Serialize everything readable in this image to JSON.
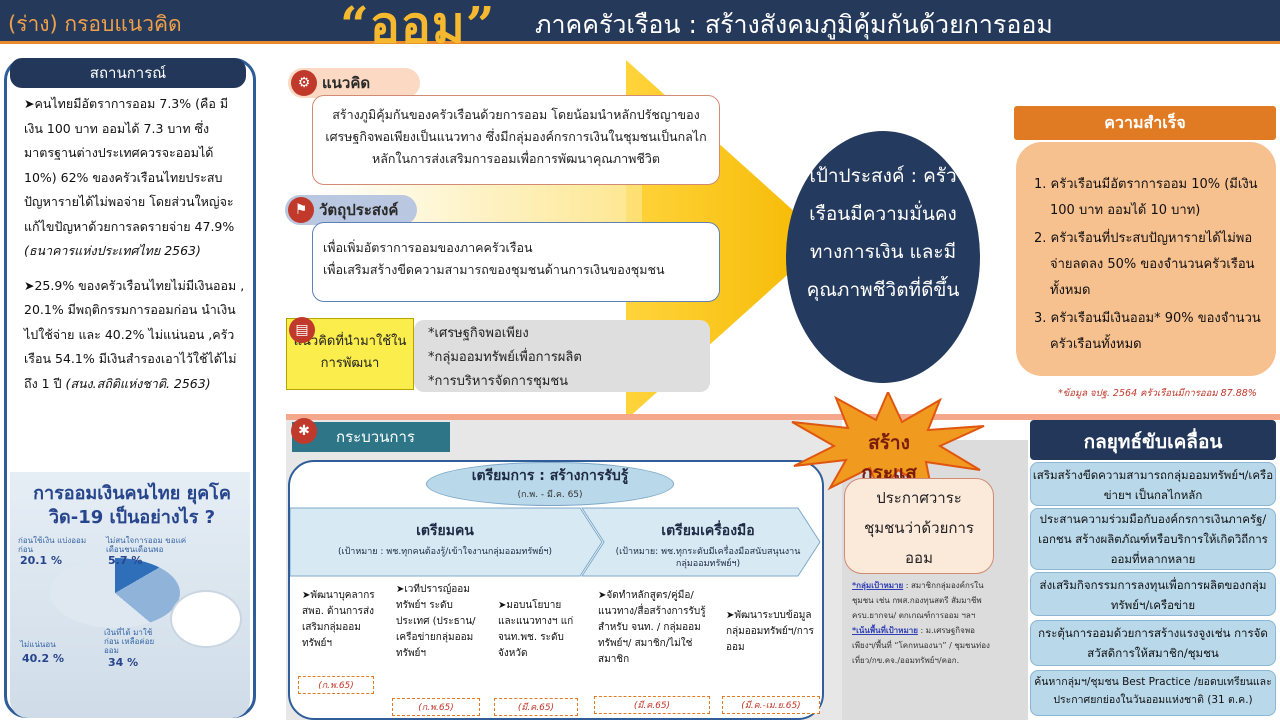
{
  "header": {
    "draft": "(ร่าง) กรอบแนวคิด",
    "oom": "“ออม”",
    "title": "ภาคครัวเรือน  :  สร้างสังคมภูมิคุ้มกันด้วยการออม"
  },
  "situation": {
    "heading": "สถานการณ์",
    "p1": "คนไทยมีอัตราการออม  7.3% (คือ มีเงิน 100 บาท ออมได้ 7.3 บาท ซึ่งมาตรฐานต่างประเทศควรจะออมได้ 10%) 62%  ของครัวเรือนไทยประสบปัญหารายได้ไม่พอจ่าย  โดยส่วนใหญ่จะแก้ไขปัญหาด้วยการลดรายจ่าย 47.9% ",
    "p1_source": "(ธนาคารแห่งประเทศไทย 2563)",
    "p2": "25.9% ของครัวเรือนไทยไม่มีเงินออม , 20.1% มีพฤติกรรมการออมก่อน  นำเงินไปใช้จ่าย  และ 40.2% ไม่แน่นอน ,ครัวเรือน 54.1% มีเงินสำรองเอาไว้ใช้ได้ไม่ถึง  1 ปี  ",
    "p2_source": "(สนง.สถิติแห่งชาติ. 2563)",
    "cover": {
      "title": "การออมเงินคนไทย ยุคโควิด-19 เป็นอย่างไร ?",
      "lbl1": "ก่อนใช้เงิน แบ่งออมก่อน",
      "num1": "20.1 %",
      "lbl2": "ไม่สนใจการออม ขอแค่เดือนชนเดือนพอ",
      "num2": "5.7 %",
      "lbl3": "ไม่แน่นอน",
      "num3": "40.2 %",
      "lbl4": "เงินที่ได้ มาใช้ก่อน เหลือค่อยออม",
      "num4": "34 %"
    }
  },
  "concept": {
    "label": "แนวคิด",
    "text": "สร้างภูมิคุ้มกันของครัวเรือนด้วยการออม โดยน้อมนำหลักปรัชญาของเศรษฐกิจพอเพียงเป็นแนวทาง  ซึ่งมีกลุ่มองค์กรการเงินในชุมชนเป็นกลไกหลักในการส่งเสริมการออมเพื่อการพัฒนาคุณภาพชีวิต"
  },
  "objective": {
    "label": "วัตถุประสงค์",
    "line1": "เพื่อเพิ่มอัตราการออมของภาคครัวเรือน",
    "line2": "เพื่อเสริมสร้างขีดความสามารถของชุมชนด้านการเงินของชุมชน"
  },
  "applied": {
    "label": "แนวคิดที่นำมาใช้ในการพัฒนา",
    "items": [
      "*เศรษฐกิจพอเพียง",
      "*กลุ่มออมทรัพย์เพื่อการผลิต",
      "*การบริหารจัดการชุมชน"
    ]
  },
  "goal": {
    "text": "เป้าประสงค์ : ครัวเรือนมีความมั่นคงทางการเงิน และมีคุณภาพชีวิตที่ดีขึ้น"
  },
  "success": {
    "heading": "ความสำเร็จ",
    "items": [
      "1. ครัวเรือนมีอัตราการออม   10% (มีเงิน 100 บาท ออมได้ 10 บาท)",
      "2. ครัวเรือนที่ประสบปัญหารายได้ไม่พอจ่ายลดลง  50%  ของจำนวนครัวเรือนทั้งหมด",
      "3. ครัวเรือนมีเงินออม*  90% ของจำนวนครัวเรือนทั้งหมด"
    ],
    "footnote": "*ข้อมูล จปฐ. 2564 ครัวเรือนมีการออม  87.88%"
  },
  "process": {
    "label": "กระบวนการ",
    "prep_title": "เตรียมการ : สร้างการรับรู้",
    "prep_date": "(ก.พ. - มี.ค. 65)",
    "people_title": "เตรียมคน",
    "people_sub": "(เป้าหมาย : พช.ทุกคนต้องรู้/เข้าใจงานกลุ่มออมทรัพย์ฯ)",
    "tools_title": "เตรียมเครื่องมือ",
    "tools_sub": "(เป้าหมาย: พช.ทุกระดับมีเครื่องมือสนับสนุนงานกลุ่มออมทรัพย์ฯ)",
    "steps": [
      {
        "text": "➤พัฒนาบุคลากร สพอ. ด้านการส่งเสริมกลุ่มออมทรัพย์ฯ",
        "date": "(ก.พ.65)"
      },
      {
        "text": "➤เวทีปรารญ์ออมทรัพย์ฯ ระดับประเทศ (ประธาน/เครือข่ายกลุ่มออมทรัพย์ฯ",
        "date": "(ก.พ.65)"
      },
      {
        "text": "➤มอบนโยบายและแนวทางฯ แก่ จนท.พช. ระดับจังหวัด",
        "date": "(มี.ค.65)"
      },
      {
        "text": "➤จัดทำหลักสูตร/คู่มือ/แนวทาง/สื่อสร้างการรับรู้สำหรับ จนท. / กลุ่มออมทรัพย์ฯ/ สมาชิก/ไม่ใช่สมาชิก",
        "date": "(มี.ค.65)"
      },
      {
        "text": "➤พัฒนาระบบข้อมูลกลุ่มออมทรัพย์ฯ/การออม",
        "date": "(มี.ค.-เม.ย.65)"
      }
    ]
  },
  "awareness": "สร้างกระแส",
  "declaration": {
    "text": "ประกาศวาระชุมชนว่าด้วยการออม",
    "target_label": "*กลุ่มเป้าหมาย",
    "target_text": " : สมาชิกกลุ่มองค์กรในชุมชน เช่น กพส.กองทุนสตรี สัมมาชีพ ครบ.ยากจน/ ตกเกณฑ์การออม ฯลฯ",
    "focus_label": "*เน้นพื้นที่เป้าหมาย",
    "focus_text": " : ม.เศรษฐกิจพอเพียงฯ/พื้นที่ “โคกหนองนา” / ชุมชนท่องเที่ยว/กข.คจ./ออมทรัพย์ฯ/คอก."
  },
  "strategy": {
    "heading": "กลยุทธ์ขับเคลื่อน",
    "items": [
      "เสริมสร้างขีดความสามารถกลุ่มออมทรัพย์ฯ/เครือข่ายฯ  เป็นกลไกหลัก",
      "ประสานความร่วมมือกับองค์กรการเงินภาครัฐ/เอกชน สร้างผลิตภัณฑ์หรือบริการให้เกิดวิถีการออมที่หลากหลาย",
      "ส่งเสริมกิจกรรมการลงทุนเพื่อการผลิตของกลุ่มทรัพย์ฯ/เครือข่าย",
      "กระตุ้นการออมด้วยการสร้างแรงจูงเช่น การจัดสวัสดิการให้สมาชิก/ชุมชน",
      "ค้นหากลุ่มฯ/ชุมชน Best Practice /ยอดบเทรียนและประกาศยกย่องในวันออมแห่งชาติ (31 ต.ค.)"
    ]
  },
  "colors": {
    "navy": "#25395a",
    "orange": "#e07b23",
    "accent_red": "#c0392b"
  }
}
